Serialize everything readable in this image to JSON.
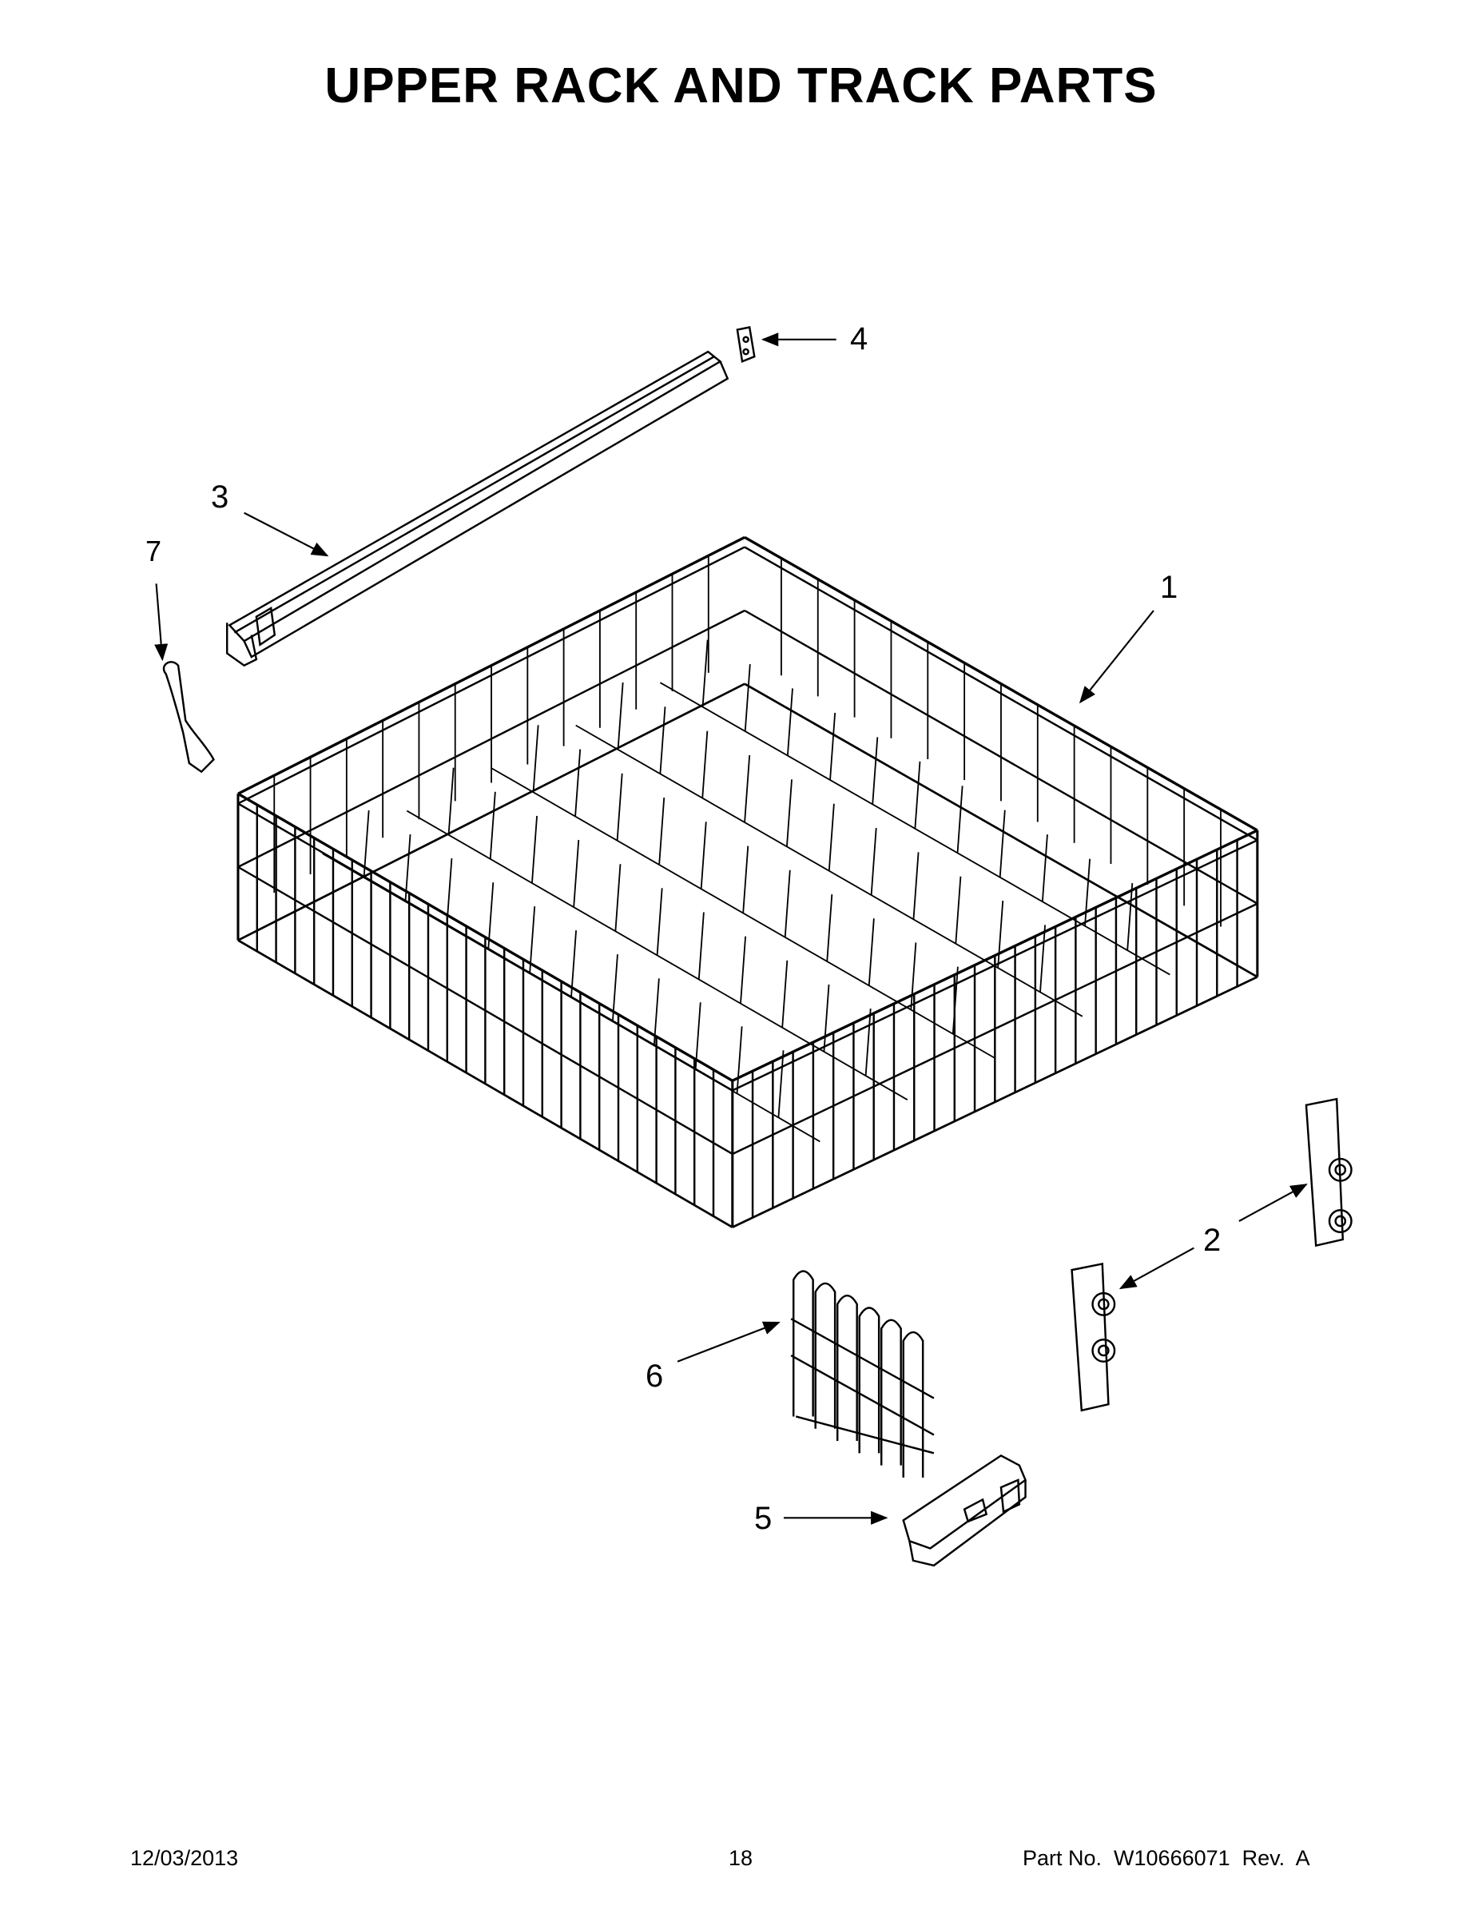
{
  "title": "UPPER RACK AND TRACK PARTS",
  "callouts": [
    "1",
    "2",
    "3",
    "4",
    "5",
    "6",
    "7"
  ],
  "footer": {
    "date": "12/03/2013",
    "page": "18",
    "part_no": "Part No.  W10666071  Rev.  A"
  }
}
